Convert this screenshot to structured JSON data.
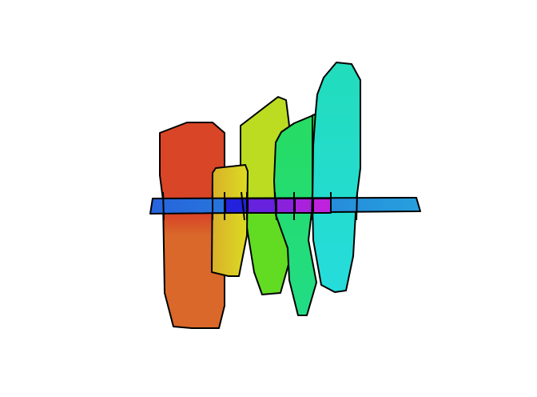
{
  "figure": {
    "background": "#ffffff",
    "stroke": "#000000",
    "shapes": [
      {
        "name": "shape-red-orange",
        "colors": [
          "#d94527",
          "#d9682a"
        ]
      },
      {
        "name": "shape-yellow",
        "colors": [
          "#d9b02a",
          "#dcdc22"
        ]
      },
      {
        "name": "shape-lime",
        "colors": [
          "#bcdc22",
          "#62dc22"
        ]
      },
      {
        "name": "shape-green",
        "colors": [
          "#26dc62",
          "#22dc86"
        ]
      },
      {
        "name": "shape-bright-green",
        "colors": [
          "#22dc3e"
        ]
      },
      {
        "name": "shape-teal",
        "colors": [
          "#22dcbc",
          "#26dcdc"
        ]
      },
      {
        "name": "horizontal-band",
        "colors": [
          "#2764dc",
          "#26a0dc"
        ]
      }
    ],
    "band_overlap_colors": [
      "#2222dc",
      "#6622dc",
      "#8a22dc",
      "#a822dc",
      "#bf22dc"
    ]
  }
}
